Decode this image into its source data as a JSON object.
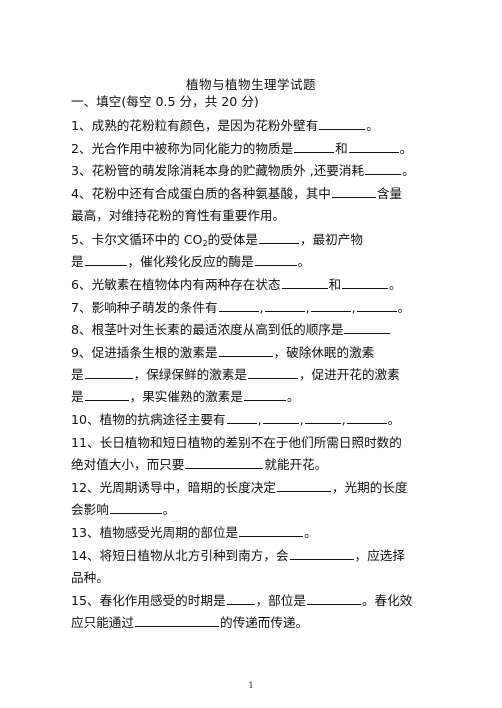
{
  "title": "植物与植物生理学试题",
  "section": "一、填空(每空 0.5 分，共 20 分)",
  "q1": {
    "a": "1、成熟的花粉粒有颜色，是因为花粉外壁有",
    "b": "。"
  },
  "q2": {
    "a": "2、光合作用中被称为同化能力的物质是",
    "b": "和",
    "c": "。"
  },
  "q3": {
    "a": "3、花粉管的萌发除消耗本身的贮藏物质外 ,还要消耗",
    "b": "。"
  },
  "q4": {
    "a": "4、花粉中还有合成蛋白质的各种氨基酸，其中",
    "b": "含量",
    "c": "最高，对维持花粉的育性有重要作用。"
  },
  "q5": {
    "a": "5、卡尔文循环中的 CO",
    "sub": "2",
    "b": "的受体是",
    "c": "，最初产物",
    "d": "是",
    "e": "，催化羧化反应的酶是",
    "f": "。"
  },
  "q6": {
    "a": "6、光敏素在植物体内有两种存在状态",
    "b": "和",
    "c": "。"
  },
  "q7": {
    "a": "7、影响种子萌发的条件有",
    "b": ",",
    "c": ",",
    "d": ",",
    "e": "。"
  },
  "q8": {
    "a": "8、根茎叶对生长素的最适浓度从高到低的顺序是"
  },
  "q9": {
    "a": "9、促进插条生根的激素是",
    "b": "，破除休眠的激素",
    "c": "是",
    "d": "，保绿保鲜的激素是",
    "e": "，促进开花的激素",
    "f": "是",
    "g": "，果实催熟的激素是",
    "h": "。"
  },
  "q10": {
    "a": "10、植物的抗病途径主要有",
    "b": ",",
    "c": ",",
    "d": ",",
    "e": "。"
  },
  "q11": {
    "a": "11、长日植物和短日植物的差别不在于他们所需日照时数的",
    "b": "绝对值大小，而只要",
    "c": "就能开花。"
  },
  "q12": {
    "a": "12、光周期诱导中，暗期的长度决定",
    "b": "，光期的长度",
    "c": "会影响",
    "d": "。"
  },
  "q13": {
    "a": "13、植物感受光周期的部位是",
    "b": "。"
  },
  "q14": {
    "a": "14、将短日植物从北方引种到南方，会",
    "b": "，应选择",
    "c": "品种。"
  },
  "q15": {
    "a": "15、春化作用感受的时期是",
    "b": "，部位是",
    "c": "。春化效",
    "d": "应只能通过",
    "e": "的传递而传递。"
  },
  "page_number": "1"
}
